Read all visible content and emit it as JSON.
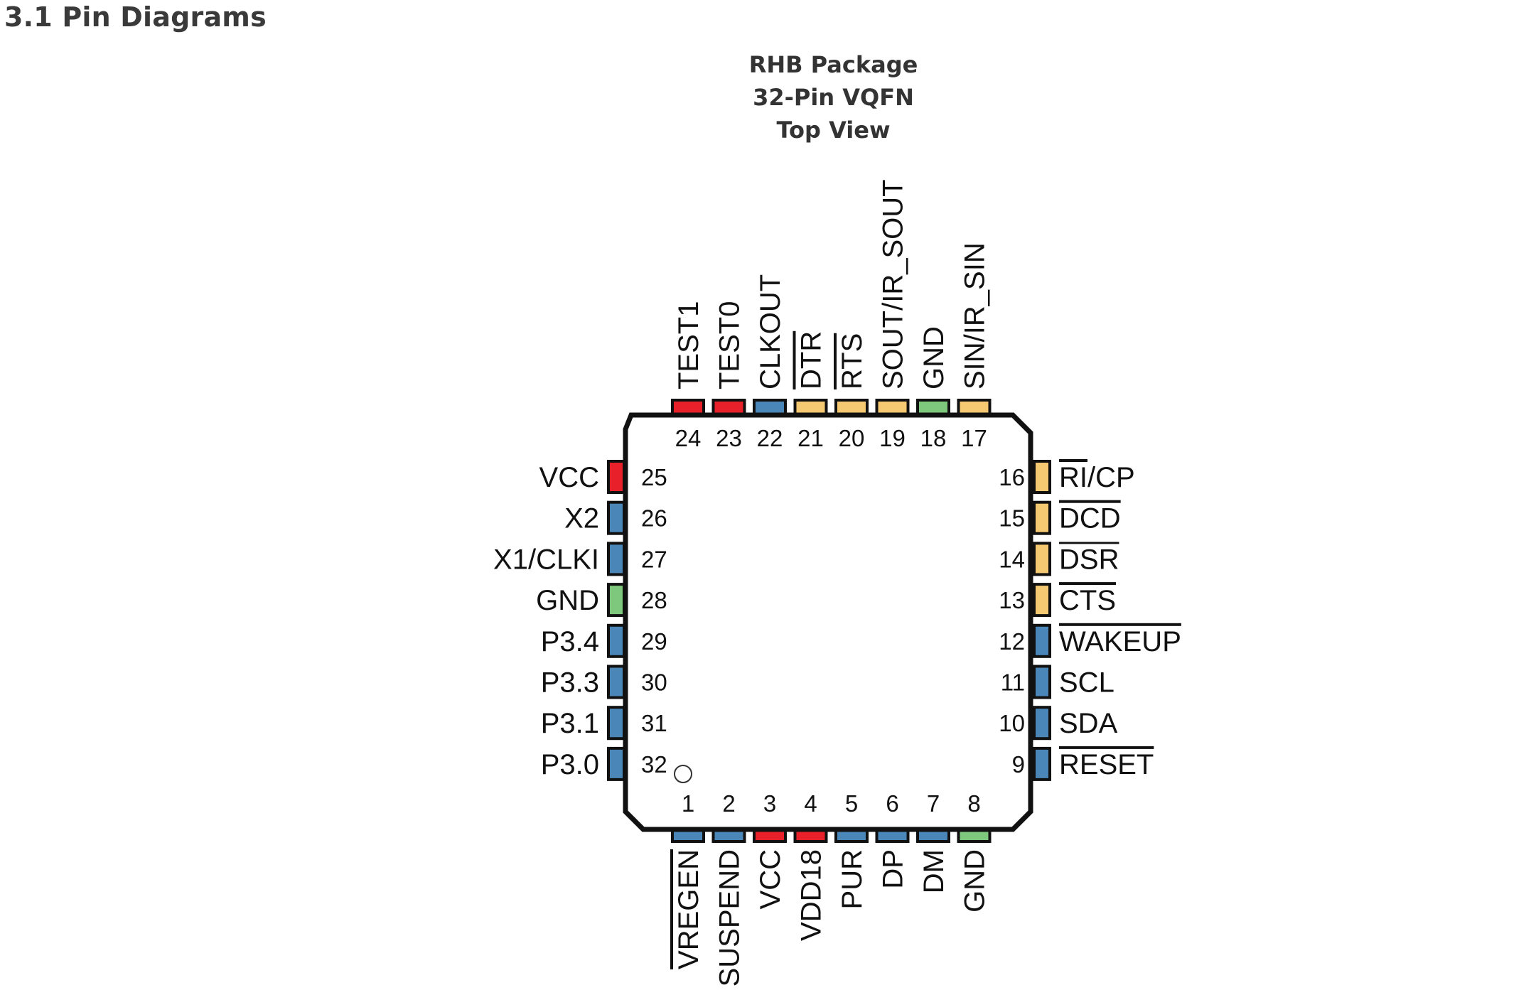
{
  "section_title": "3.1 Pin Diagrams",
  "package": {
    "line1": "RHB Package",
    "line2": "32-Pin VQFN",
    "line3": "Top View"
  },
  "colors": {
    "power": "#e8202a",
    "io": "#4a86b8",
    "ground": "#7ec87e",
    "serial": "#f5c872",
    "outline": "#111111"
  },
  "pins": [
    {
      "num": "1",
      "name": "VREGEN",
      "overbar": true,
      "type": "io"
    },
    {
      "num": "2",
      "name": "SUSPEND",
      "overbar": false,
      "type": "io"
    },
    {
      "num": "3",
      "name": "VCC",
      "overbar": false,
      "type": "power"
    },
    {
      "num": "4",
      "name": "VDD18",
      "overbar": false,
      "type": "power"
    },
    {
      "num": "5",
      "name": "PUR",
      "overbar": false,
      "type": "io"
    },
    {
      "num": "6",
      "name": "DP",
      "overbar": false,
      "type": "io"
    },
    {
      "num": "7",
      "name": "DM",
      "overbar": false,
      "type": "io"
    },
    {
      "num": "8",
      "name": "GND",
      "overbar": false,
      "type": "ground"
    },
    {
      "num": "9",
      "name": "RESET",
      "overbar": true,
      "type": "io"
    },
    {
      "num": "10",
      "name": "SDA",
      "overbar": false,
      "type": "io"
    },
    {
      "num": "11",
      "name": "SCL",
      "overbar": false,
      "type": "io"
    },
    {
      "num": "12",
      "name": "WAKEUP",
      "overbar": true,
      "type": "io"
    },
    {
      "num": "13",
      "name": "CTS",
      "overbar": true,
      "type": "serial"
    },
    {
      "num": "14",
      "name": "DSR",
      "overbar": true,
      "type": "serial"
    },
    {
      "num": "15",
      "name": "DCD",
      "overbar": true,
      "type": "serial"
    },
    {
      "num": "16",
      "name": "RI/CP",
      "overbar_part": "RI",
      "overbar": true,
      "type": "serial"
    },
    {
      "num": "17",
      "name": "SIN/IR_SIN",
      "overbar": false,
      "type": "serial"
    },
    {
      "num": "18",
      "name": "GND",
      "overbar": false,
      "type": "ground"
    },
    {
      "num": "19",
      "name": "SOUT/IR_SOUT",
      "overbar": false,
      "type": "serial"
    },
    {
      "num": "20",
      "name": "RTS",
      "overbar": true,
      "type": "serial"
    },
    {
      "num": "21",
      "name": "DTR",
      "overbar": true,
      "type": "serial"
    },
    {
      "num": "22",
      "name": "CLKOUT",
      "overbar": false,
      "type": "io"
    },
    {
      "num": "23",
      "name": "TEST0",
      "overbar": false,
      "type": "power"
    },
    {
      "num": "24",
      "name": "TEST1",
      "overbar": false,
      "type": "power"
    },
    {
      "num": "25",
      "name": "VCC",
      "overbar": false,
      "type": "power"
    },
    {
      "num": "26",
      "name": "X2",
      "overbar": false,
      "type": "io"
    },
    {
      "num": "27",
      "name": "X1/CLKI",
      "overbar": false,
      "type": "io"
    },
    {
      "num": "28",
      "name": "GND",
      "overbar": false,
      "type": "ground"
    },
    {
      "num": "29",
      "name": "P3.4",
      "overbar": false,
      "type": "io"
    },
    {
      "num": "30",
      "name": "P3.3",
      "overbar": false,
      "type": "io"
    },
    {
      "num": "31",
      "name": "P3.1",
      "overbar": false,
      "type": "io"
    },
    {
      "num": "32",
      "name": "P3.0",
      "overbar": false,
      "type": "io"
    }
  ]
}
